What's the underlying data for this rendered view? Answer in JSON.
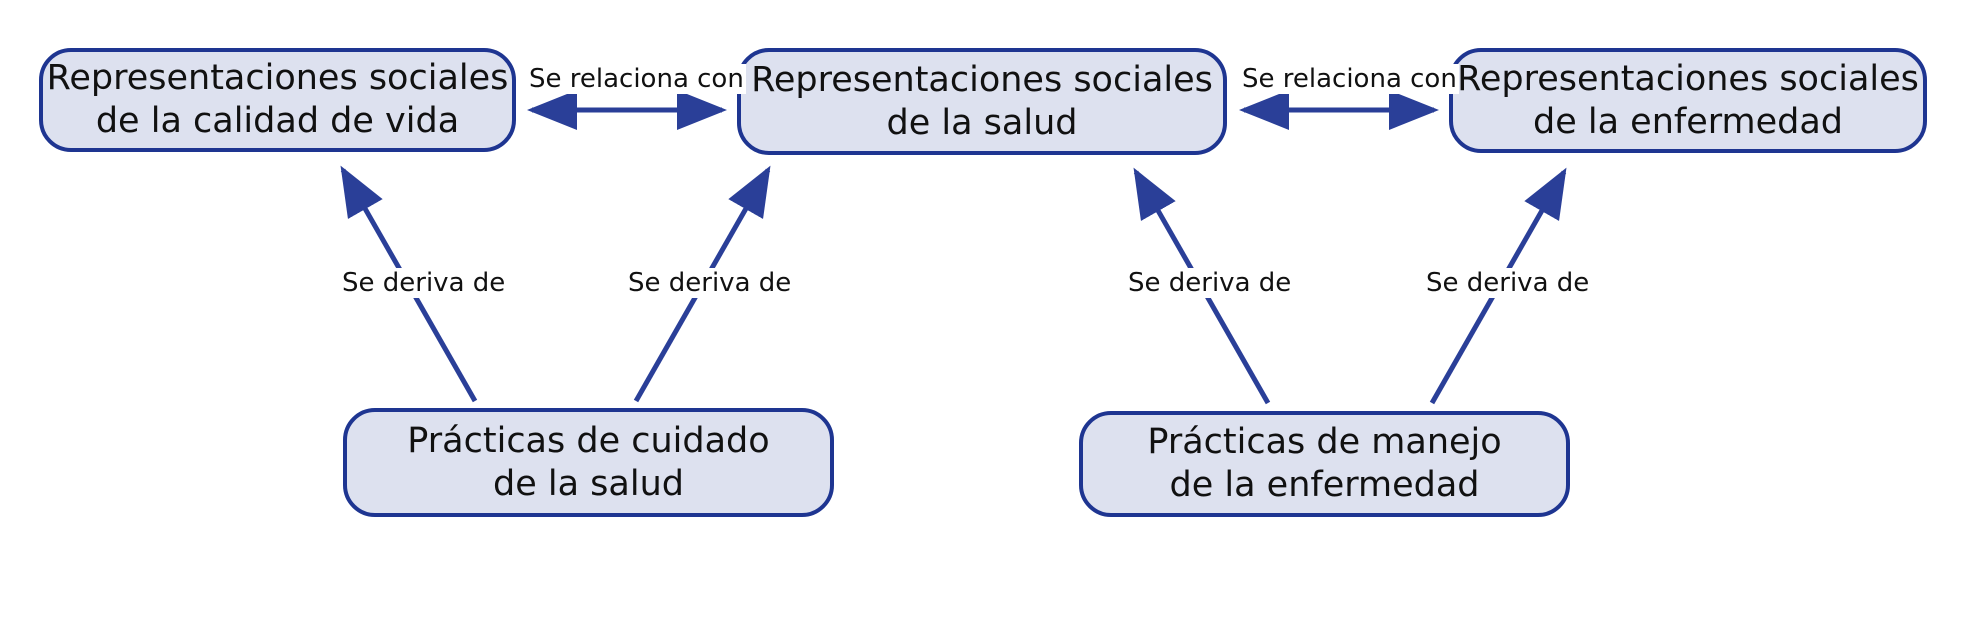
{
  "colors": {
    "node_fill": "#dde1ef",
    "node_border": "#1e3591",
    "arrow": "#2a3f98",
    "text": "#111111"
  },
  "nodes": {
    "calidad_vida": {
      "line1": "Representaciones sociales",
      "line2": "de la calidad de vida"
    },
    "salud": {
      "line1": "Representaciones sociales",
      "line2": "de la salud"
    },
    "enfermedad": {
      "line1": "Representaciones sociales",
      "line2": "de la enfermedad"
    },
    "cuidado": {
      "line1": "Prácticas de cuidado",
      "line2": "de la salud"
    },
    "manejo": {
      "line1": "Prácticas de manejo",
      "line2": "de la enfermedad"
    }
  },
  "edges": {
    "relaciona_1": "Se relaciona con",
    "relaciona_2": "Se relaciona con",
    "deriva_1": "Se deriva de",
    "deriva_2": "Se deriva de",
    "deriva_3": "Se deriva de",
    "deriva_4": "Se deriva de"
  }
}
